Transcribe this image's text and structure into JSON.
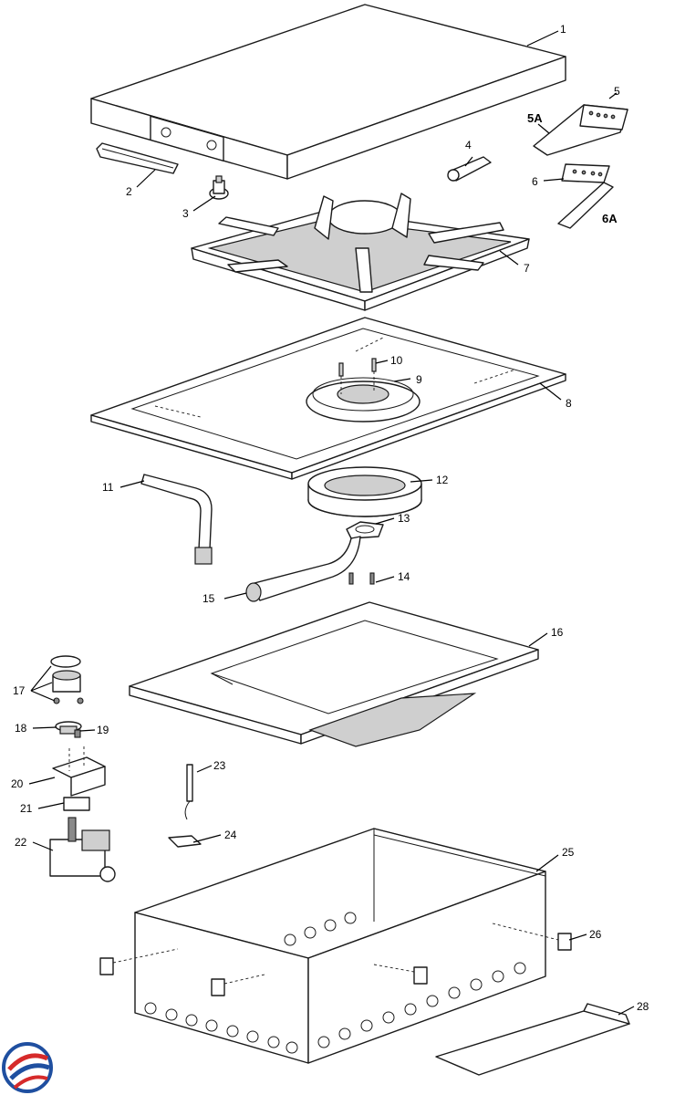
{
  "callouts": {
    "c1": "1",
    "c2": "2",
    "c3": "3",
    "c4": "4",
    "c5": "5",
    "c5a": "5A",
    "c6": "6",
    "c6a": "6A",
    "c7": "7",
    "c8": "8",
    "c9": "9",
    "c10": "10",
    "c11": "11",
    "c12": "12",
    "c13": "13",
    "c14": "14",
    "c15": "15",
    "c16": "16",
    "c17": "17",
    "c18": "18",
    "c19": "19",
    "c20": "20",
    "c21": "21",
    "c22": "22",
    "c23": "23",
    "c24": "24",
    "c25": "25",
    "c26": "26",
    "c28": "28"
  },
  "colors": {
    "line": "#1a1a1a",
    "shade": "#cfcfcf",
    "logo_red": "#d62a2a",
    "logo_blue": "#1f4fa0"
  },
  "icons": {
    "logo": "brand-logo-icon"
  }
}
